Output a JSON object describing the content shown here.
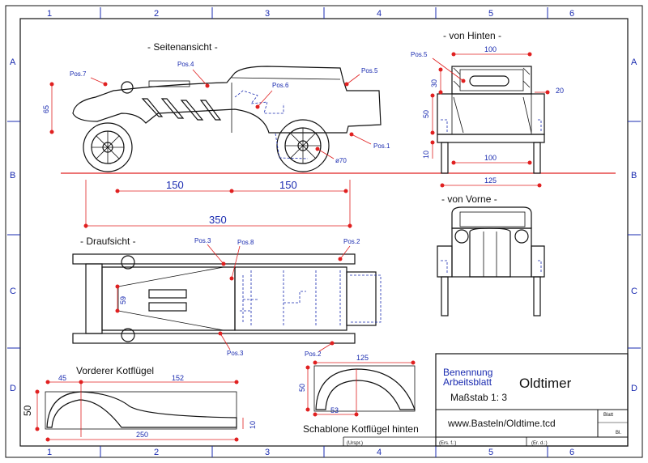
{
  "ruler": {
    "columns": [
      "1",
      "2",
      "3",
      "4",
      "5",
      "6"
    ],
    "rows": [
      "A",
      "B",
      "C",
      "D"
    ]
  },
  "views": {
    "side": "- Seitenansicht -",
    "rear": "- von Hinten -",
    "front": "- von Vorne -",
    "top": "- Draufsicht -",
    "fender_front": "Vorderer Kotflügel",
    "fender_rear": "Schablone Kotflügel hinten"
  },
  "positions": {
    "pos7": "Pos.7",
    "pos4": "Pos.4",
    "pos6": "Pos.6",
    "pos5": "Pos.5",
    "pos1": "Pos.1",
    "pos5_rear": "Pos.5",
    "pos3_top": "Pos.3",
    "pos8": "Pos.8",
    "pos2_top": "Pos.2",
    "pos3_bottom": "Pos.3",
    "pos2_bottom": "Pos.2"
  },
  "dimensions": {
    "side_height": "65",
    "wheel_dia": "ø70",
    "d150a": "150",
    "d150b": "150",
    "d350": "350",
    "rear_100_top": "100",
    "rear_30": "30",
    "rear_20": "20",
    "rear_50": "50",
    "rear_10": "10",
    "rear_100_bottom": "100",
    "rear_125": "125",
    "top_59": "59",
    "f_45": "45",
    "f_152": "152",
    "f_50": "50",
    "f_250": "250",
    "f_10": "10",
    "r_125": "125",
    "r_50": "50",
    "r_53": "53"
  },
  "title_block": {
    "benennung": "Benennung",
    "arbeitsblatt": "Arbeitsblatt",
    "title": "Oldtimer",
    "scale": "Maßstab 1: 3",
    "url": "www.Basteln/Oldtime.tcd",
    "blatt": "Blatt",
    "bl": "Bl.",
    "urspr": "(Urspr.)",
    "ers_f": "(Ers. f.:)",
    "ers_d": "(Er. d.:)"
  },
  "colors": {
    "dimension": "#e02020",
    "hidden_line": "#1a2bb0",
    "outline": "#111111"
  }
}
